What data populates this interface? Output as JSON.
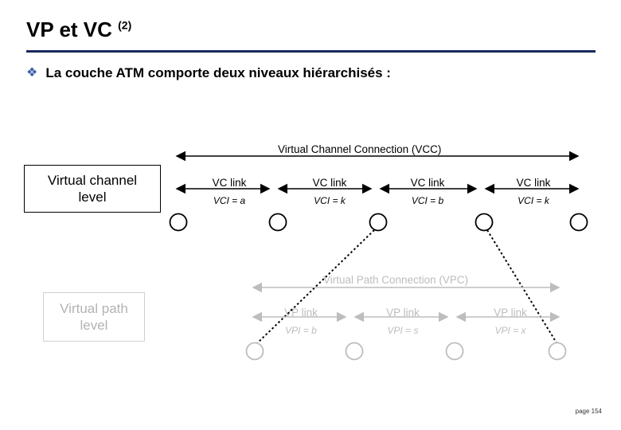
{
  "slide": {
    "title": "VP et VC",
    "title_sup": "(2)",
    "bullet_icon": "bullet-square-icon",
    "bullet_text": "La couche ATM comporte deux niveaux hiérarchisés :",
    "page_number": "page 154"
  },
  "diagram": {
    "vc_level_label": "Virtual channel\nlevel",
    "vp_level_label": "Virtual path\nlevel",
    "vcc_label": "Virtual Channel Connection (VCC)",
    "vpc_label": "Virtual Path Connection (VPC)",
    "vc_links": [
      {
        "name": "VC link",
        "vci": "VCI = a"
      },
      {
        "name": "VC link",
        "vci": "VCI = k"
      },
      {
        "name": "VC link",
        "vci": "VCI = b"
      },
      {
        "name": "VC link",
        "vci": "VCI = k"
      }
    ],
    "vp_links": [
      {
        "name": "VP link",
        "vpi": "VPI = b"
      },
      {
        "name": "VP link",
        "vpi": "VPI = s"
      },
      {
        "name": "VP link",
        "vpi": "VPI = x"
      }
    ],
    "colors": {
      "rule": "#1a2a5e",
      "bullet": "#3a5ea8",
      "dark": "#000000",
      "light": "#bdbdbd",
      "box_border_light": "#cfcfcf"
    }
  }
}
